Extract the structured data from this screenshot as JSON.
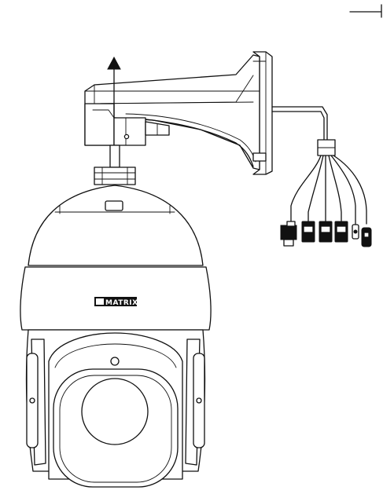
{
  "figure": {
    "brand_logo_text": "MATRIX",
    "brand_logo_icon": "matrix-logo-mark"
  },
  "colors": {
    "line": "#111111",
    "background": "#ffffff",
    "logo_background": "#111111",
    "logo_text": "#ffffff"
  },
  "icons": {
    "arrow": "up-arrow-icon",
    "corner_mark": "corner-crop-mark"
  }
}
